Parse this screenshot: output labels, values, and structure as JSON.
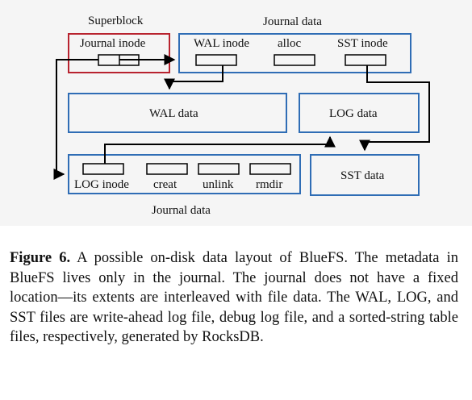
{
  "diagram": {
    "labels": {
      "superblock": "Superblock",
      "journal_data_top": "Journal data",
      "journal_inode": "Journal  inode",
      "wal_inode": "WAL  inode",
      "alloc": "alloc",
      "sst_inode": "SST inode",
      "wal_data": "WAL  data",
      "log_data": "LOG data",
      "log_inode": "LOG  inode",
      "creat": "creat",
      "unlink": "unlink",
      "rmdir": "rmdir",
      "sst_data": "SST data",
      "journal_data_bottom": "Journal data"
    },
    "colors": {
      "superblock_border": "#b8232f",
      "box_border": "#2f6db5",
      "line": "#000000",
      "panel_bg": "#f5f5f5"
    }
  },
  "caption": {
    "label": "Figure 6.",
    "text": " A possible on-disk data layout of BlueFS. The metadata in BlueFS lives only in the journal. The journal does not have a fixed location—its extents are interleaved with file data. The WAL, LOG, and SST files are write-ahead log file, debug log file, and a sorted-string table files, respectively, generated by RocksDB."
  }
}
